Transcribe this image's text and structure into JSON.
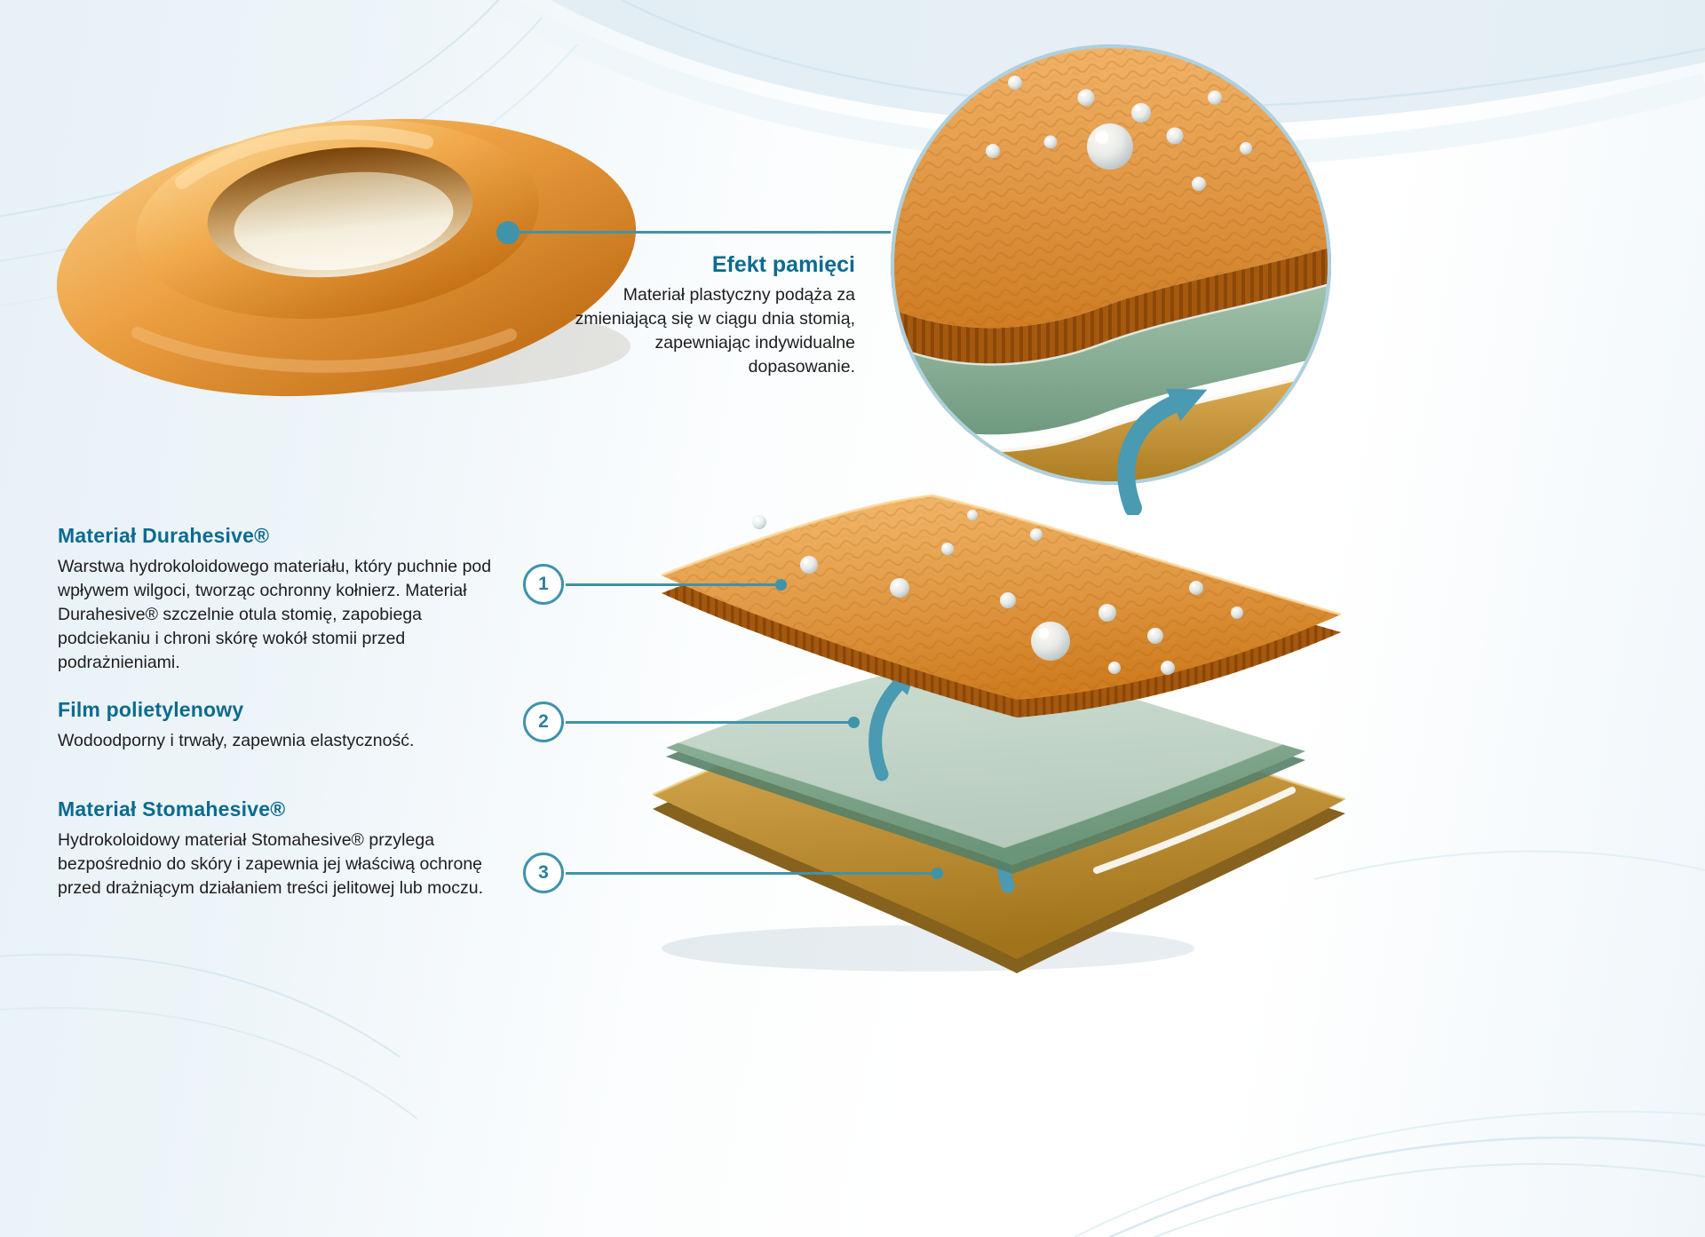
{
  "colors": {
    "accent_teal": "#3f93ab",
    "heading_blue": "#0b6b8f",
    "body_text": "#1d1d1f",
    "background_tint": "#e7f1f6",
    "layer_durahesive_orange": "#e08a2f",
    "layer_film_green": "#7fa98e",
    "layer_stomahesive_gold": "#c49539"
  },
  "memory_callout": {
    "title": "Efekt pamięci",
    "body": "Materiał plastyczny podąża za zmieniającą się w ciągu dnia stomią, zapewniając indywidualne dopasowanie."
  },
  "sections": [
    {
      "number": "1",
      "title": "Materiał Durahesive®",
      "body": "Warstwa hydrokoloidowego materiału, który puchnie pod wpływem wilgoci, tworząc ochronny kołnierz. Materiał Durahesive® szczelnie otula stomię, zapobiega podciekaniu i chroni skórę wokół stomii przed podrażnieniami."
    },
    {
      "number": "2",
      "title": "Film polietylenowy",
      "body": "Wodoodporny i trwały, zapewnia elastyczność."
    },
    {
      "number": "3",
      "title": "Materiał Stomahesive®",
      "body": "Hydrokoloidowy materiał Stomahesive® przylega bezpośrednio do skóry i zapewnia jej właściwą ochronę przed drażniącym działaniem treści jelitowej lub moczu."
    }
  ],
  "illustrations": {
    "product": "convex-skin-barrier-ring",
    "zoom_inset": "layered-material-cross-section",
    "exploded_view": "three-layer-exploded-stack"
  }
}
